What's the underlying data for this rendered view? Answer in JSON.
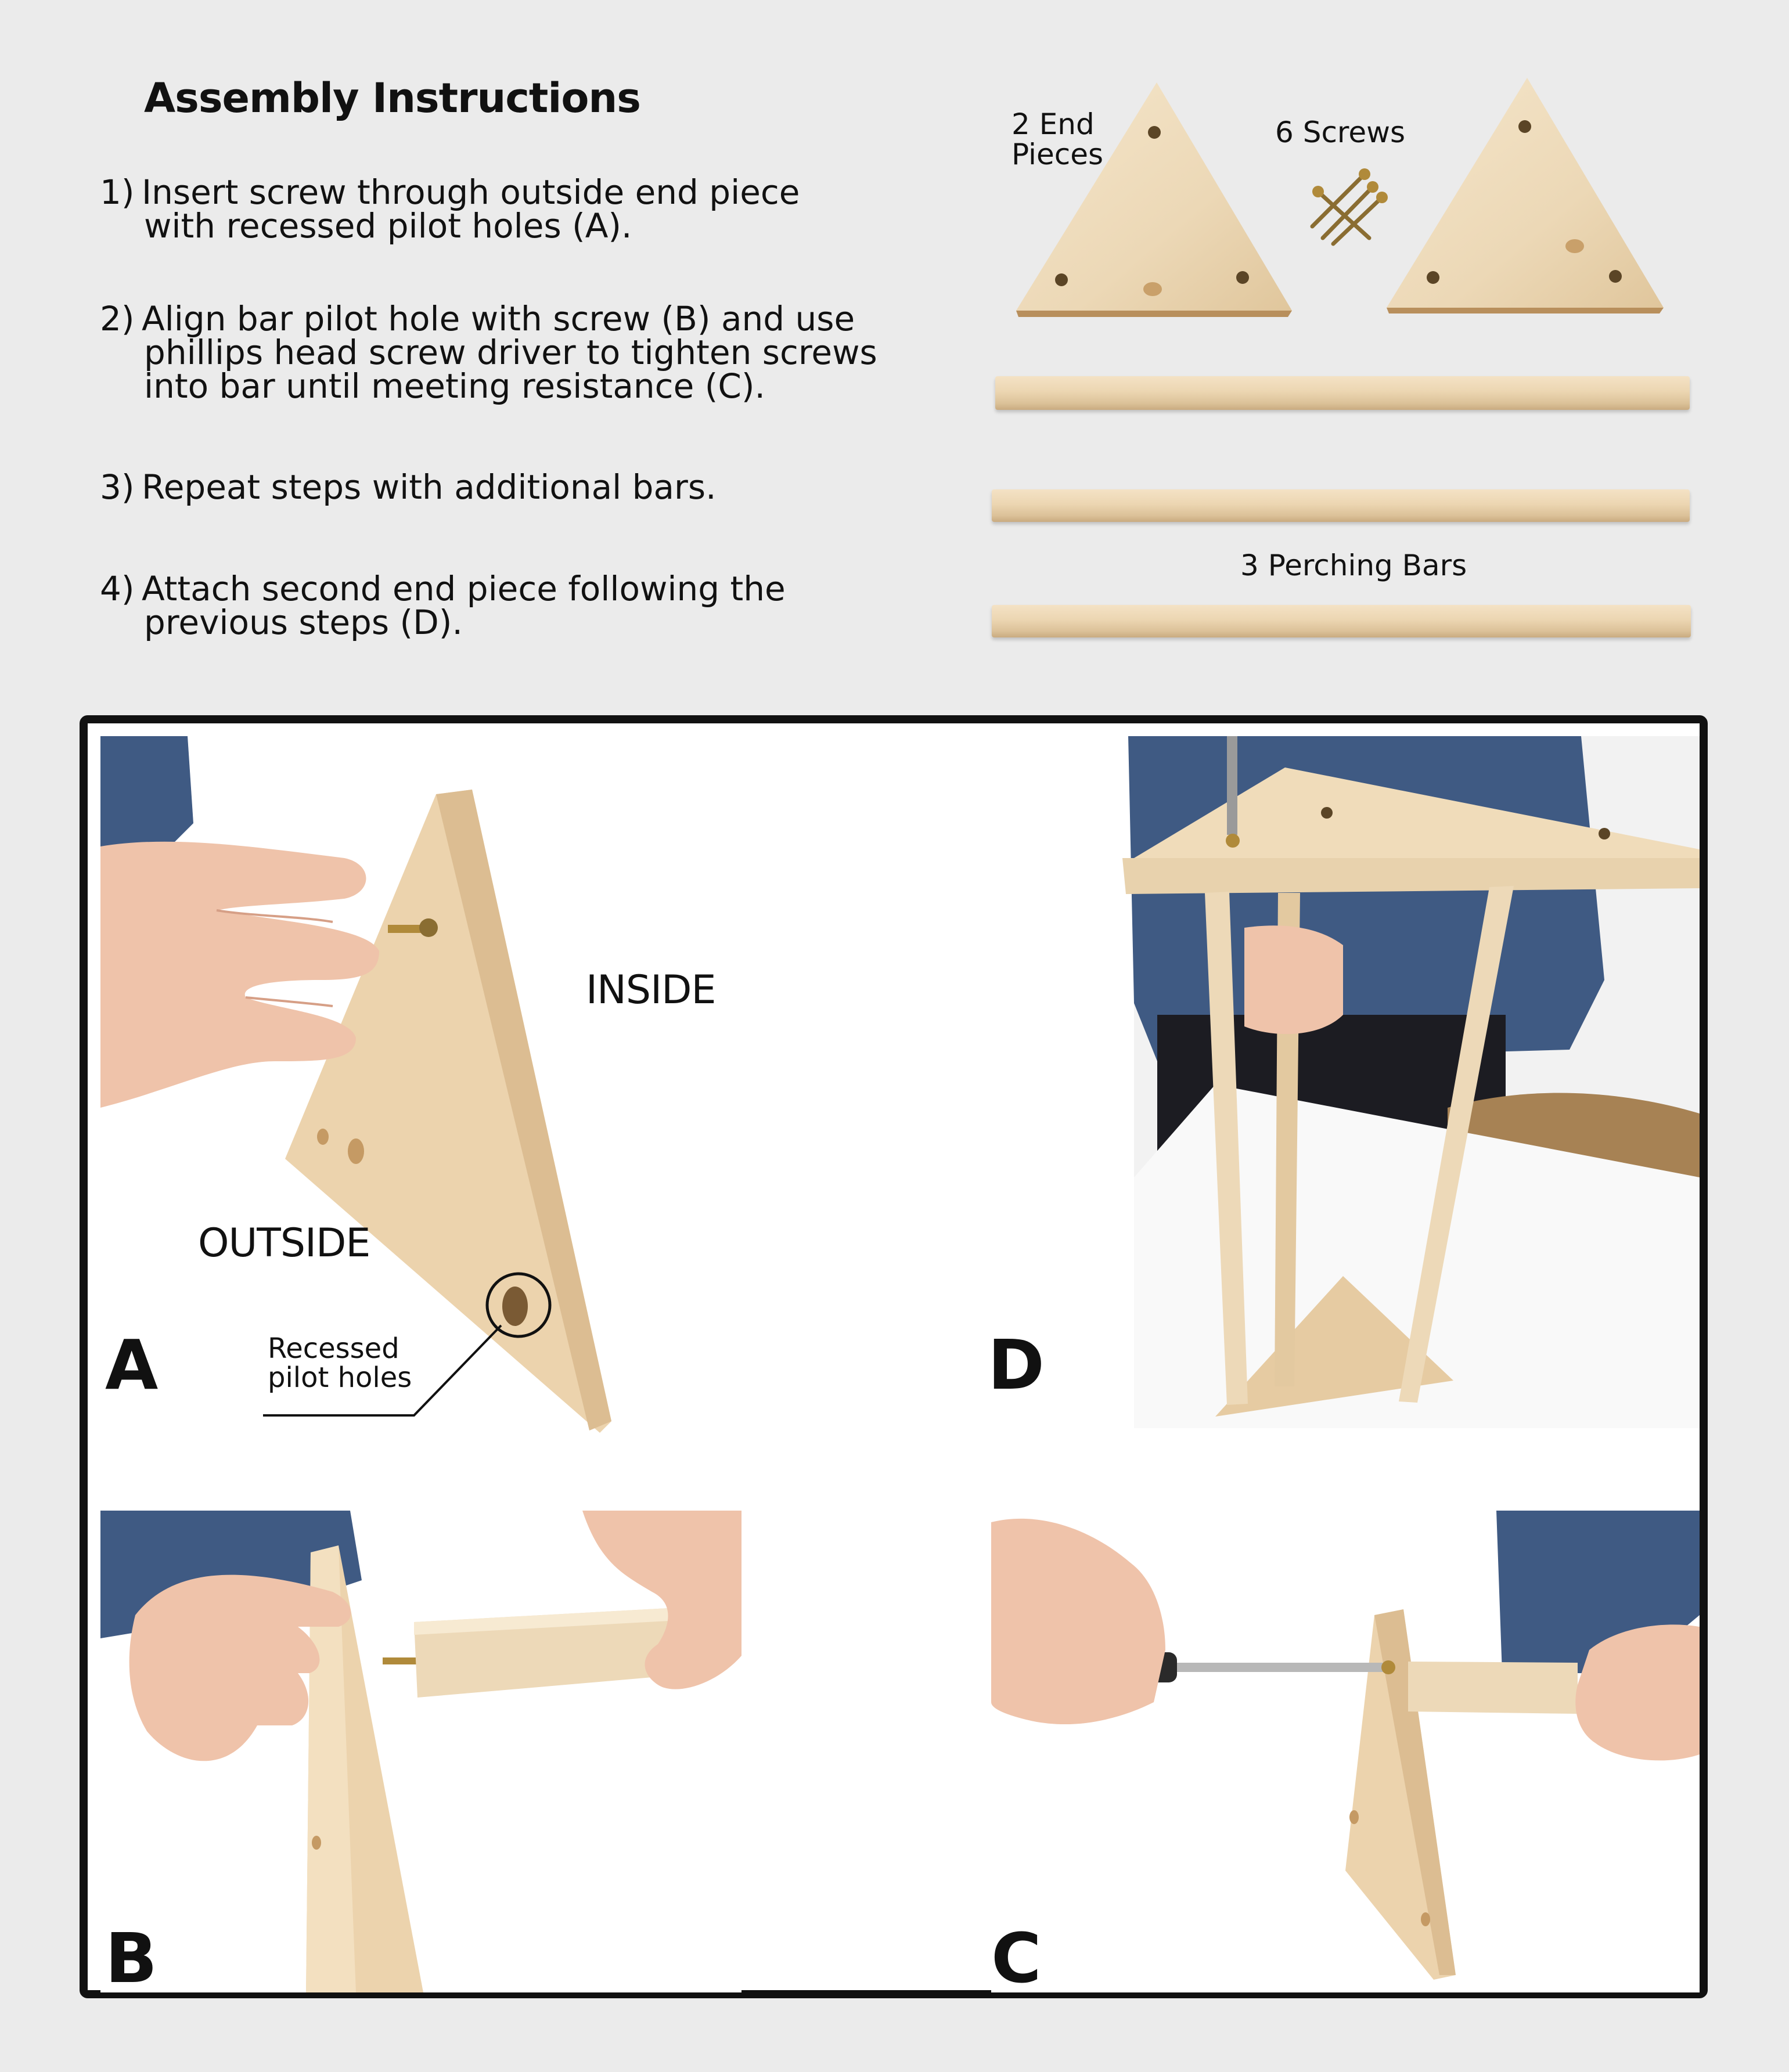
{
  "header": {
    "title": "Assembly Instructions"
  },
  "steps": [
    {
      "number": "1)",
      "line1": "Insert screw through outside end piece",
      "line2": "with recessed pilot holes (A)."
    },
    {
      "number": "2)",
      "line1": "Align bar pilot hole with screw (B) and use",
      "line2": "phillips head screw driver to tighten screws",
      "line3": "into bar until meeting resistance (C)."
    },
    {
      "number": "3)",
      "line1": "Repeat steps with additional bars."
    },
    {
      "number": "4)",
      "line1": "Attach second end piece following the",
      "line2": "previous steps (D)."
    }
  ],
  "parts": {
    "end_pieces_label_line1": "2 End",
    "end_pieces_label_line2": "Pieces",
    "screws_label": "6 Screws",
    "bars_label": "3 Perching Bars"
  },
  "panels": {
    "a": {
      "letter": "A",
      "inside_label": "INSIDE",
      "outside_label": "OUTSIDE",
      "callout_line1": "Recessed",
      "callout_line2": "pilot holes"
    },
    "b": {
      "letter": "B"
    },
    "c": {
      "letter": "C"
    },
    "d": {
      "letter": "D"
    }
  },
  "colors": {
    "background": "#ebebeb",
    "panel_border": "#111111",
    "wood_light": "#f2dfc0",
    "wood_mid": "#e3c9a0",
    "wood_dark": "#c9ab80",
    "denim": "#3f5a83",
    "skin": "#efc3aa",
    "screw_brass": "#b08a3a"
  }
}
